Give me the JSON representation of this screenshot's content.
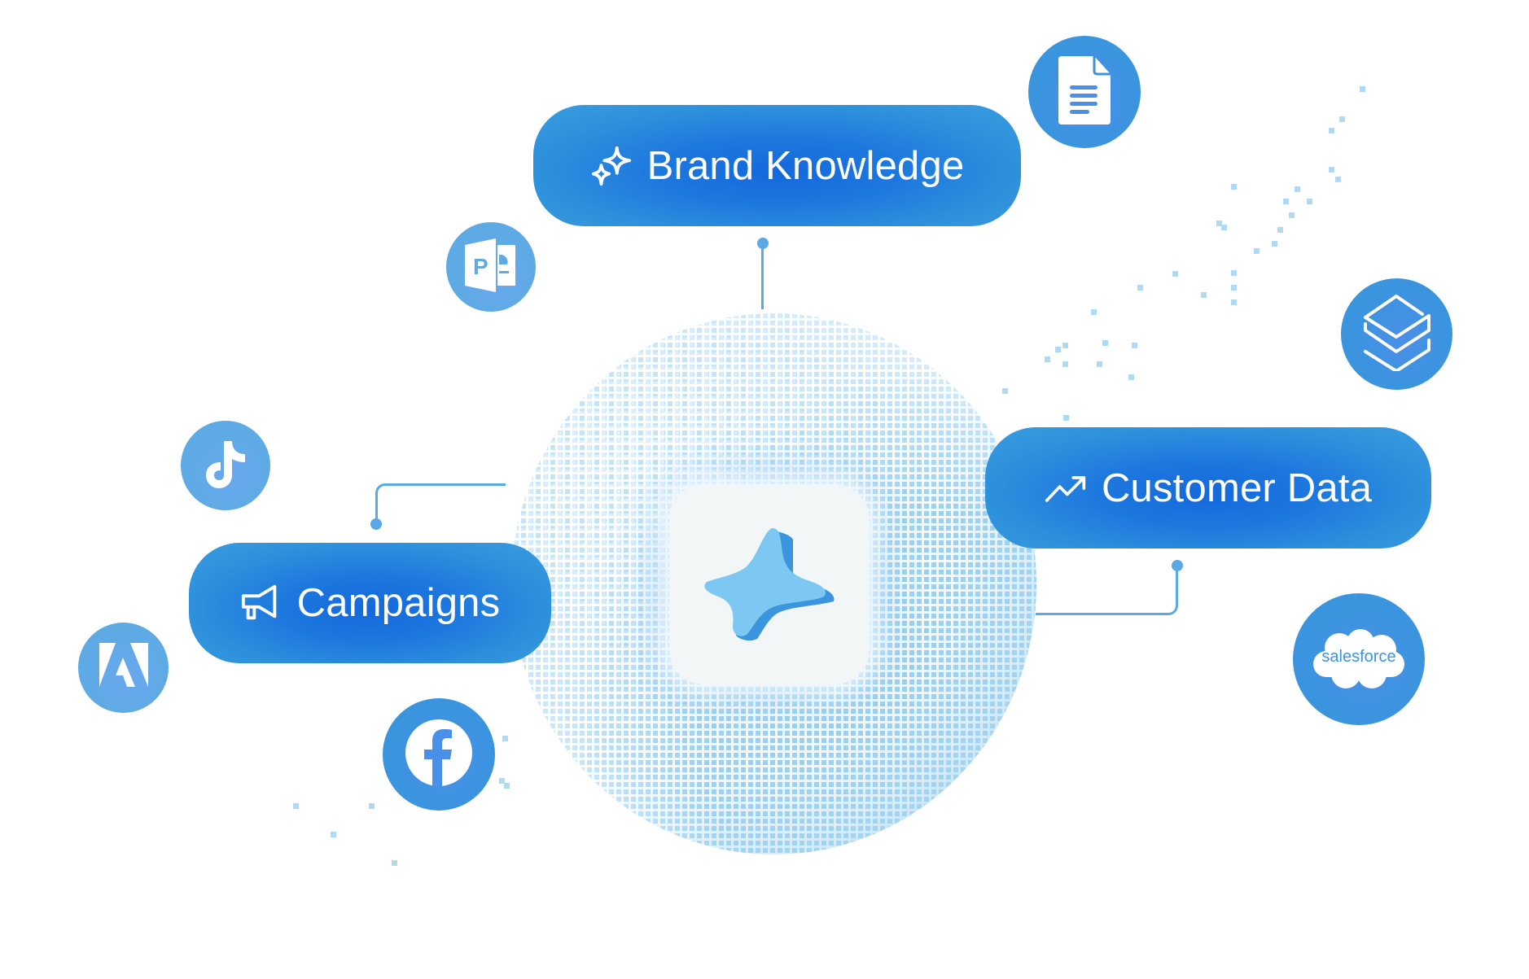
{
  "diagram": {
    "center": {
      "icon": "sparkle-star-logo-icon"
    },
    "nodes": [
      {
        "id": "brand",
        "label": "Brand Knowledge",
        "icon": "sparkles-icon"
      },
      {
        "id": "customer",
        "label": "Customer Data",
        "icon": "trending-up-icon"
      },
      {
        "id": "campaigns",
        "label": "Campaigns",
        "icon": "megaphone-icon"
      }
    ],
    "integrations": [
      {
        "id": "google-docs",
        "icon": "document-icon",
        "near": "Brand Knowledge"
      },
      {
        "id": "powerpoint",
        "icon": "powerpoint-icon",
        "near": "Brand Knowledge"
      },
      {
        "id": "layers",
        "icon": "layers-stack-icon",
        "near": "Customer Data"
      },
      {
        "id": "salesforce",
        "icon": "salesforce-icon",
        "label": "salesforce",
        "near": "Customer Data"
      },
      {
        "id": "tiktok",
        "icon": "tiktok-icon",
        "near": "Campaigns"
      },
      {
        "id": "adobe",
        "icon": "adobe-icon",
        "near": "Campaigns"
      },
      {
        "id": "facebook",
        "icon": "facebook-icon",
        "near": "Campaigns"
      }
    ]
  },
  "colors": {
    "pill_center": "#1468dc",
    "pill_edge": "#3a9de0",
    "connector": "#5aa9e6",
    "blob": "#acd8f1",
    "icon_circle_dark": "#3a94de",
    "icon_circle_light": "#5eaae4",
    "card_bg": "#f2f6f6",
    "star_light": "#7cc8f2",
    "star_dark": "#3a94de"
  }
}
